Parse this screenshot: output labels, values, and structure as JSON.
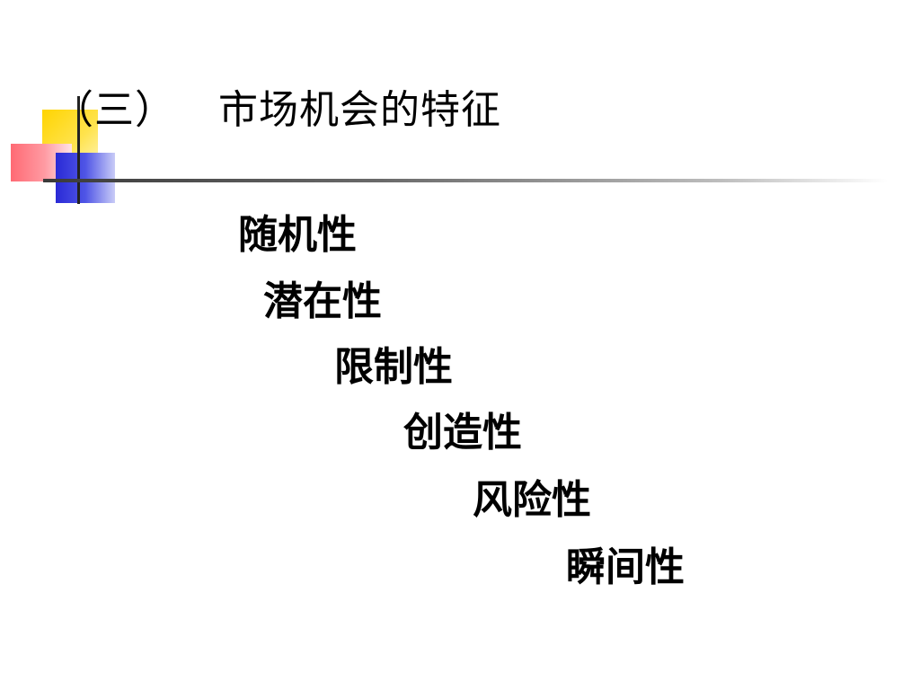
{
  "slide": {
    "title_prefix": "（三）",
    "title_text": "市场机会的特征",
    "items": [
      "随机性",
      "潜在性",
      "限制性",
      "创造性",
      "风险性",
      "瞬间性"
    ]
  }
}
